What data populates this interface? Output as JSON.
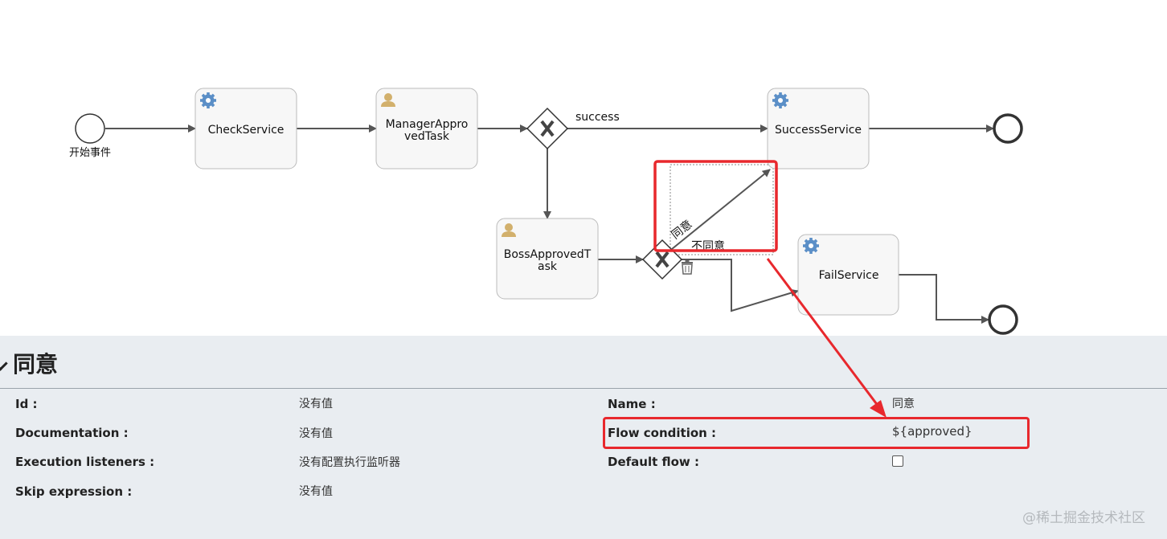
{
  "diagram": {
    "start_event_label": "开始事件",
    "tasks": {
      "check_service": "CheckService",
      "manager_task_line1": "ManagerAppro",
      "manager_task_line2": "vedTask",
      "success_service": "SuccessService",
      "boss_task_line1": "BossApprovedT",
      "boss_task_line2": "ask",
      "fail_service": "FailService"
    },
    "flows": {
      "success": "success",
      "agree": "同意",
      "disagree": "不同意"
    },
    "icons": {
      "service_task": "gear-icon",
      "user_task": "user-icon",
      "gateway": "exclusive-gateway-x-icon",
      "delete": "trash-icon"
    },
    "colors": {
      "highlight": "#e8282d",
      "line": "#555555",
      "task_fill": "#f7f7f7"
    }
  },
  "panel": {
    "title": "同意",
    "left": {
      "id_label": "Id :",
      "id_value": "没有值",
      "documentation_label": "Documentation :",
      "documentation_value": "没有值",
      "execution_listeners_label": "Execution listeners :",
      "execution_listeners_value": "没有配置执行监听器",
      "skip_expression_label": "Skip expression :",
      "skip_expression_value": "没有值"
    },
    "right": {
      "name_label": "Name :",
      "name_value": "同意",
      "flow_condition_label": "Flow condition :",
      "flow_condition_value": "${approved}",
      "default_flow_label": "Default flow :",
      "default_flow_checked": false
    }
  },
  "watermark": "@稀土掘金技术社区"
}
